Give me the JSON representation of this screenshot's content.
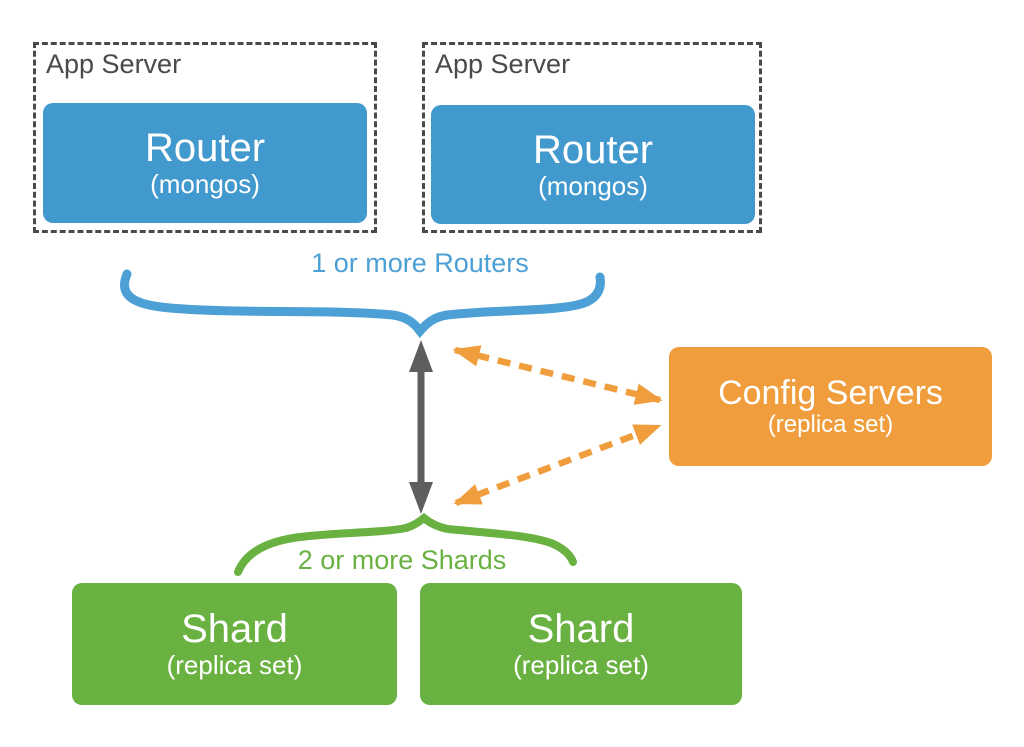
{
  "diagram": {
    "app_servers": [
      {
        "label": "App Server",
        "router": {
          "title": "Router",
          "subtitle": "(mongos)"
        }
      },
      {
        "label": "App Server",
        "router": {
          "title": "Router",
          "subtitle": "(mongos)"
        }
      }
    ],
    "annotations": {
      "routers": "1 or more Routers",
      "shards": "2 or more Shards"
    },
    "config_servers": {
      "title": "Config Servers",
      "subtitle": "(replica set)"
    },
    "shards": [
      {
        "title": "Shard",
        "subtitle": "(replica set)"
      },
      {
        "title": "Shard",
        "subtitle": "(replica set)"
      }
    ],
    "colors": {
      "router_blue": "#4299CE",
      "label_blue": "#4DA0D5",
      "config_orange": "#F09E3D",
      "shard_green": "#69B141",
      "arrow_gray": "#5E5E60",
      "outline_gray": "#4A4A4A"
    }
  }
}
